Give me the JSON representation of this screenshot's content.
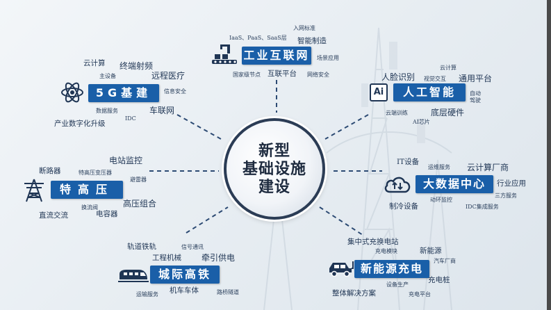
{
  "center": {
    "line1": "新型",
    "line2": "基础设施",
    "line3": "建设"
  },
  "categories": {
    "industrial_internet": {
      "label": "工业互联网",
      "keywords": [
        "入网标准",
        "IaaS、PaaS、SaaS层",
        "智能制造",
        "场景应用",
        "国家级节点",
        "互联平台",
        "网络安全"
      ]
    },
    "fiveg": {
      "label": "5G基建",
      "keywords": [
        "云计算",
        "终端射频",
        "主设备",
        "远程医疗",
        "信息安全",
        "数据服务",
        "车联网",
        "IDC",
        "产业数字化升级"
      ]
    },
    "ai": {
      "label": "人工智能",
      "icon_text": "Ai",
      "keywords": [
        "云计算",
        "人脸识别",
        "视觉交互",
        "通用平台",
        "自动驾驶",
        "云端训练",
        "底层硬件",
        "AI芯片"
      ]
    },
    "uhv": {
      "label": "特高压",
      "keywords": [
        "电站监控",
        "断路器",
        "特高压变压器",
        "避雷器",
        "换流阀",
        "高压组合",
        "直流交流",
        "电容器"
      ]
    },
    "bigdata": {
      "label": "大数据中心",
      "keywords": [
        "IT设备",
        "运维服务",
        "云计算厂商",
        "行业应用",
        "三方服务",
        "动环监控",
        "IDC集成服务",
        "制冷设备"
      ]
    },
    "intercity": {
      "label": "城际高铁",
      "keywords": [
        "轨道铁轨",
        "信号通讯",
        "工程机械",
        "牵引供电",
        "运输服务",
        "机车车体",
        "路桥隧道"
      ]
    },
    "ev": {
      "label": "新能源充电",
      "keywords": [
        "集中式充换电站",
        "充电模块",
        "新能源",
        "汽车厂商",
        "设备生产",
        "充电桩",
        "整体解决方案",
        "充电平台"
      ]
    }
  },
  "colors": {
    "badge": "#1a5fa8",
    "text": "#1f3554",
    "ring": "#2b3c55"
  },
  "icons": [
    "factory-robot-icon",
    "atom-icon",
    "ai-chip-icon",
    "power-tower-icon",
    "cloud-data-icon",
    "high-speed-train-icon",
    "ev-car-icon"
  ]
}
